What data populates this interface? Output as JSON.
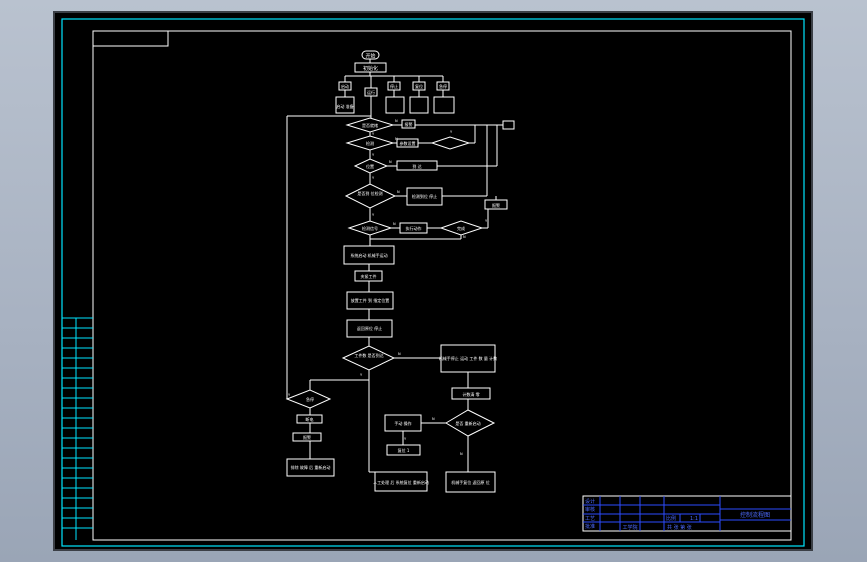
{
  "colors": {
    "background_gray": "#a7b1c1",
    "sheet_black": "#000000",
    "line_white": "#ffffff",
    "accent_cyan": "#00e5ff",
    "accent_blue": "#2d4cff",
    "text_blue": "#4d6bff"
  },
  "flowchart": {
    "start_label": "开始",
    "init_label": "初始化",
    "branch_labels": [
      "启动",
      "运行",
      "停止",
      "复位",
      "急停"
    ],
    "left_box_label": "启动 准备",
    "side_box_label": "报警",
    "decision_1_label": "是否就绪",
    "process_1_label": "参数设置",
    "decision_2_label": "检测",
    "decision_3_label": "位置",
    "process_3_label": "到 达",
    "decision_4_label": "是否到 位检测",
    "process_4_label": "检测到位 停止",
    "decision_5_label": "检测信号",
    "process_5_label": "执行动作",
    "decision_6_label": "完成",
    "right_box_label": "报警",
    "mid_box_1_label": "系统启动 机械手运动",
    "mid_box_2_label": "夹紧工件",
    "mid_box_3_label": "放置工件 到 指定位置",
    "mid_box_4_label": "返回原位 停止",
    "decision_7_label": "工件数 是否到达",
    "right_process_label": "机械手停止 运动 工件 数 量 计数",
    "right_small_label": "计数清 零",
    "decision_8_label": "是否 重新启动",
    "left_decision_label": "急停",
    "left_box_1_label": "断电",
    "left_box_2_label": "报警",
    "left_box_3_label": "排除 故障 后 重新启动",
    "bottom_box_label": "人工处理 后 系统复位 重新启动",
    "br_box_1_label": "手动 操作",
    "br_small_label": "复位 1",
    "br_box_2_label": "机械手复位 返回原 位",
    "edge_labels": [
      "N",
      "Y",
      "N",
      "Y",
      "Y",
      "N",
      "Y",
      "N",
      "Y",
      "N",
      "Y",
      "N",
      "N",
      "Y",
      "Y",
      "N",
      "N",
      "Y"
    ]
  },
  "title_block": {
    "row_labels": [
      "设计",
      "审核",
      "工艺",
      "批准"
    ],
    "scale_label": "比例",
    "sheet_label": "1:1",
    "footer_text": "共 张 第 张",
    "title": "控制流程图",
    "company": "工学院"
  }
}
